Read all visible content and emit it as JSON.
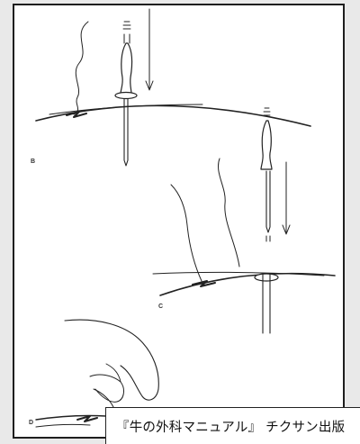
{
  "figure": {
    "panel_letters": [
      "B",
      "C",
      "D"
    ]
  },
  "caption": {
    "text": "『牛の外科マニュアル』 チクサン出版"
  }
}
